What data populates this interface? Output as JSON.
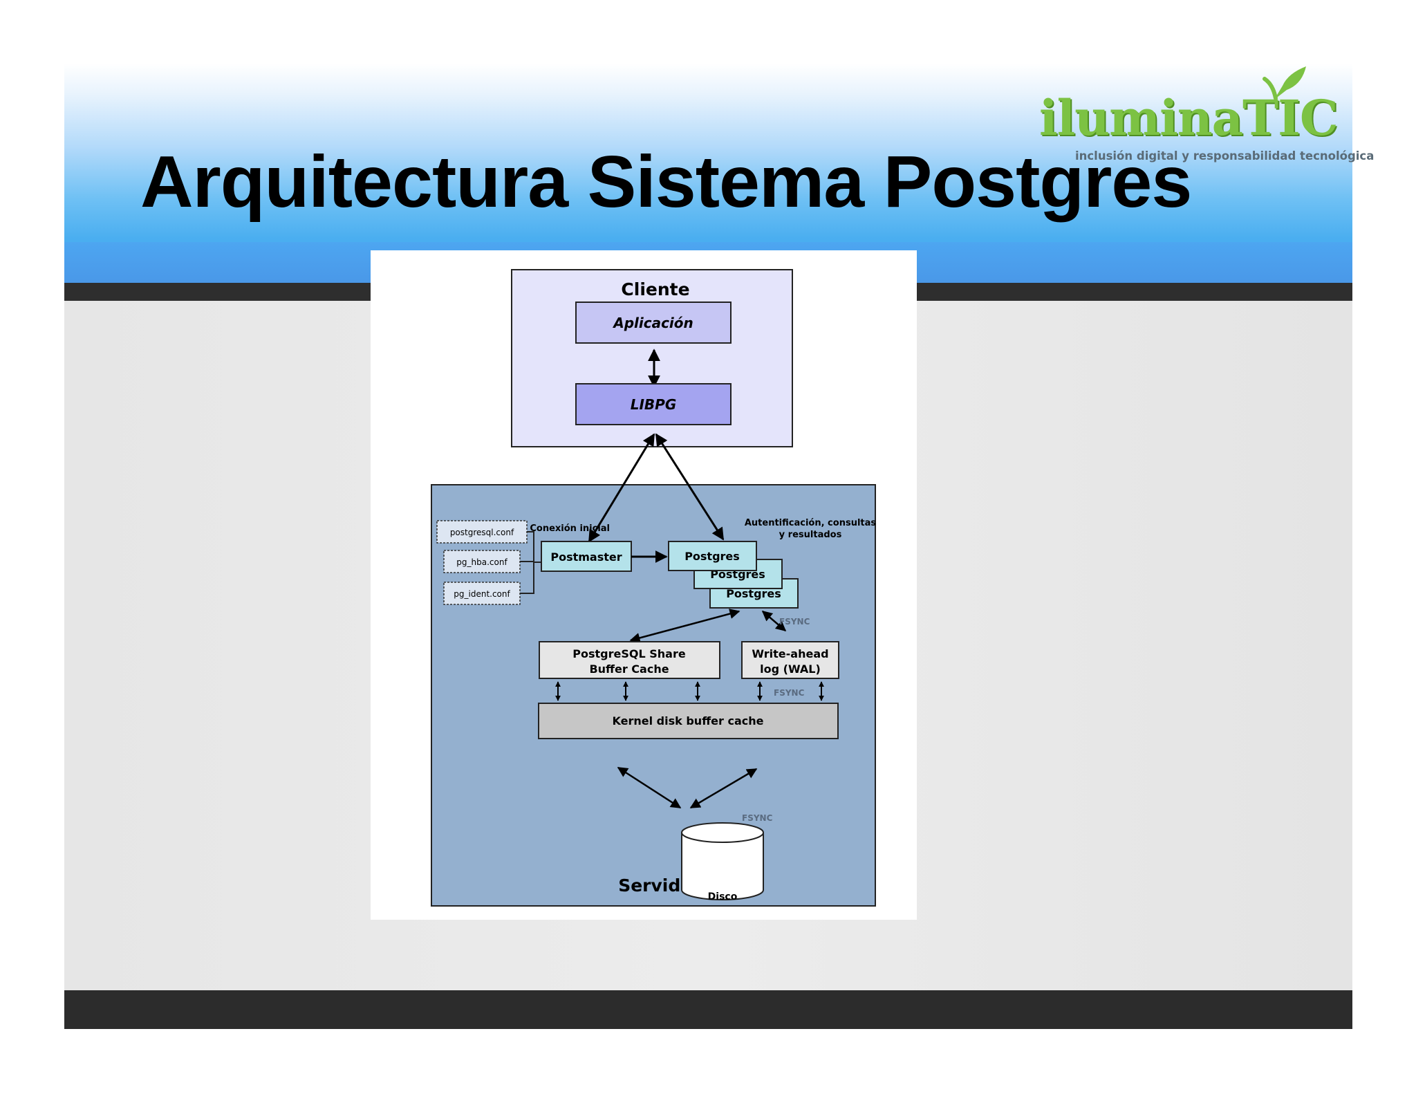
{
  "slide": {
    "title": "Arquitectura Sistema Postgres",
    "logo": {
      "name": "iluminaTIC",
      "tagline": "inclusión digital y responsabilidad tecnológica"
    }
  },
  "diagram": {
    "cliente": {
      "title": "Cliente",
      "aplicacion": "Aplicación",
      "libpg": "LIBPG"
    },
    "connections": {
      "conexion_inicial": "Conexión inicial",
      "autenticacion_line1": "Autentificación, consultas",
      "autenticacion_line2": "y resultados"
    },
    "servidor": {
      "title": "Servidor",
      "config_files": [
        "postgresql.conf",
        "pg_hba.conf",
        "pg_ident.conf"
      ],
      "postmaster": "Postmaster",
      "postgres_processes": [
        "Postgres",
        "Postgres",
        "Postgres"
      ],
      "shared_buffer_line1": "PostgreSQL Share",
      "shared_buffer_line2": "Buffer Cache",
      "wal_line1": "Write-ahead",
      "wal_line2": "log (WAL)",
      "kernel_cache": "Kernel disk buffer cache",
      "fsync_label": "FSYNC",
      "disk": "Disco"
    },
    "colors": {
      "cliente_bg": "#e4e4fb",
      "aplicacion_bg": "#c6c6f4",
      "libpg_bg": "#a4a4f0",
      "servidor_bg": "#94b0cf",
      "postgres_bg": "#b4e2ea",
      "cache_bg": "#e6e6e6",
      "kernel_bg": "#c6c6c6"
    }
  }
}
